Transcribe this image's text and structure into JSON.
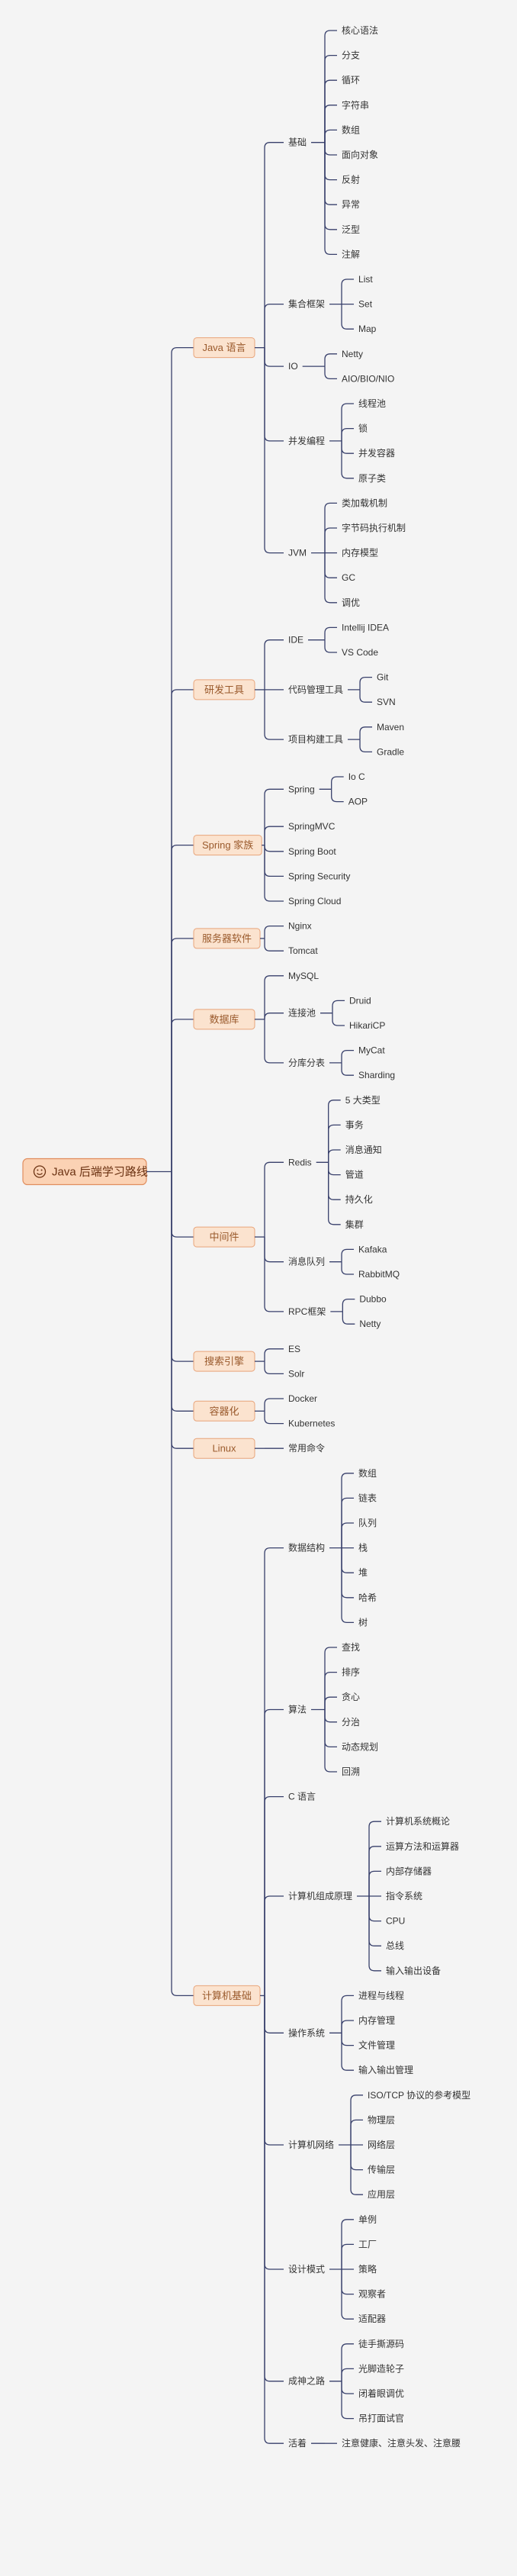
{
  "root": {
    "label": "Java 后端学习路线",
    "icon": "smiley-face-icon"
  },
  "categories": [
    {
      "label": "Java 语言",
      "children": [
        {
          "label": "基础",
          "children": [
            {
              "label": "核心语法"
            },
            {
              "label": "分支"
            },
            {
              "label": "循环"
            },
            {
              "label": "字符串"
            },
            {
              "label": "数组"
            },
            {
              "label": "面向对象"
            },
            {
              "label": "反射"
            },
            {
              "label": "异常"
            },
            {
              "label": "泛型"
            },
            {
              "label": "注解"
            }
          ]
        },
        {
          "label": "集合框架",
          "children": [
            {
              "label": "List"
            },
            {
              "label": "Set"
            },
            {
              "label": "Map"
            }
          ]
        },
        {
          "label": "IO",
          "children": [
            {
              "label": "Netty"
            },
            {
              "label": "AIO/BIO/NIO"
            }
          ]
        },
        {
          "label": "并发编程",
          "children": [
            {
              "label": "线程池"
            },
            {
              "label": "锁"
            },
            {
              "label": "并发容器"
            },
            {
              "label": "原子类"
            }
          ]
        },
        {
          "label": "JVM",
          "children": [
            {
              "label": "类加载机制"
            },
            {
              "label": "字节码执行机制"
            },
            {
              "label": "内存模型"
            },
            {
              "label": "GC"
            },
            {
              "label": "调优"
            }
          ]
        }
      ]
    },
    {
      "label": "研发工具",
      "children": [
        {
          "label": "IDE",
          "children": [
            {
              "label": "Intellij IDEA"
            },
            {
              "label": "VS Code"
            }
          ]
        },
        {
          "label": "代码管理工具",
          "children": [
            {
              "label": "Git"
            },
            {
              "label": "SVN"
            }
          ]
        },
        {
          "label": "项目构建工具",
          "children": [
            {
              "label": "Maven"
            },
            {
              "label": "Gradle"
            }
          ]
        }
      ]
    },
    {
      "label": "Spring 家族",
      "children": [
        {
          "label": "Spring",
          "children": [
            {
              "label": "Io C"
            },
            {
              "label": "AOP"
            }
          ]
        },
        {
          "label": "SpringMVC"
        },
        {
          "label": "Spring Boot"
        },
        {
          "label": "Spring Security"
        },
        {
          "label": "Spring Cloud"
        }
      ]
    },
    {
      "label": "服务器软件",
      "children": [
        {
          "label": "Nginx"
        },
        {
          "label": "Tomcat"
        }
      ]
    },
    {
      "label": "数据库",
      "children": [
        {
          "label": "MySQL"
        },
        {
          "label": "连接池",
          "children": [
            {
              "label": "Druid"
            },
            {
              "label": "HikariCP"
            }
          ]
        },
        {
          "label": "分库分表",
          "children": [
            {
              "label": "MyCat"
            },
            {
              "label": "Sharding"
            }
          ]
        }
      ]
    },
    {
      "label": "中间件",
      "children": [
        {
          "label": "Redis",
          "children": [
            {
              "label": "5 大类型"
            },
            {
              "label": "事务"
            },
            {
              "label": "消息通知"
            },
            {
              "label": "管道"
            },
            {
              "label": "持久化"
            },
            {
              "label": "集群"
            }
          ]
        },
        {
          "label": "消息队列",
          "children": [
            {
              "label": "Kafaka"
            },
            {
              "label": "RabbitMQ"
            }
          ]
        },
        {
          "label": "RPC框架",
          "children": [
            {
              "label": "Dubbo"
            },
            {
              "label": "Netty"
            }
          ]
        }
      ]
    },
    {
      "label": "搜索引擎",
      "children": [
        {
          "label": "ES"
        },
        {
          "label": "Solr"
        }
      ]
    },
    {
      "label": "容器化",
      "children": [
        {
          "label": "Docker"
        },
        {
          "label": "Kubernetes"
        }
      ]
    },
    {
      "label": "Linux",
      "children": [
        {
          "label": "常用命令"
        }
      ]
    },
    {
      "label": "计算机基础",
      "children": [
        {
          "label": "数据结构",
          "children": [
            {
              "label": "数组"
            },
            {
              "label": "链表"
            },
            {
              "label": "队列"
            },
            {
              "label": "栈"
            },
            {
              "label": "堆"
            },
            {
              "label": "哈希"
            },
            {
              "label": "树"
            }
          ]
        },
        {
          "label": "算法",
          "children": [
            {
              "label": "查找"
            },
            {
              "label": "排序"
            },
            {
              "label": "贪心"
            },
            {
              "label": "分治"
            },
            {
              "label": "动态规划"
            },
            {
              "label": "回溯"
            }
          ]
        },
        {
          "label": "C 语言"
        },
        {
          "label": "计算机组成原理",
          "children": [
            {
              "label": "计算机系统概论"
            },
            {
              "label": "运算方法和运算器"
            },
            {
              "label": "内部存储器"
            },
            {
              "label": "指令系统"
            },
            {
              "label": "CPU"
            },
            {
              "label": "总线"
            },
            {
              "label": "输入输出设备"
            }
          ]
        },
        {
          "label": "操作系统",
          "children": [
            {
              "label": "进程与线程"
            },
            {
              "label": "内存管理"
            },
            {
              "label": "文件管理"
            },
            {
              "label": "输入输出管理"
            }
          ]
        },
        {
          "label": "计算机网络",
          "children": [
            {
              "label": "ISO/TCP 协议的参考模型"
            },
            {
              "label": "物理层"
            },
            {
              "label": "网络层"
            },
            {
              "label": "传输层"
            },
            {
              "label": "应用层"
            }
          ]
        },
        {
          "label": "设计模式",
          "children": [
            {
              "label": "单例"
            },
            {
              "label": "工厂"
            },
            {
              "label": "策略"
            },
            {
              "label": "观察者"
            },
            {
              "label": "适配器"
            }
          ]
        },
        {
          "label": "成神之路",
          "children": [
            {
              "label": "徒手撕源码"
            },
            {
              "label": "光脚造轮子"
            },
            {
              "label": "闭着眼调优"
            },
            {
              "label": "吊打面试官"
            }
          ]
        },
        {
          "label": "活着",
          "children": [
            {
              "label": "注意健康、注意头发、注意腰"
            }
          ]
        }
      ]
    }
  ]
}
